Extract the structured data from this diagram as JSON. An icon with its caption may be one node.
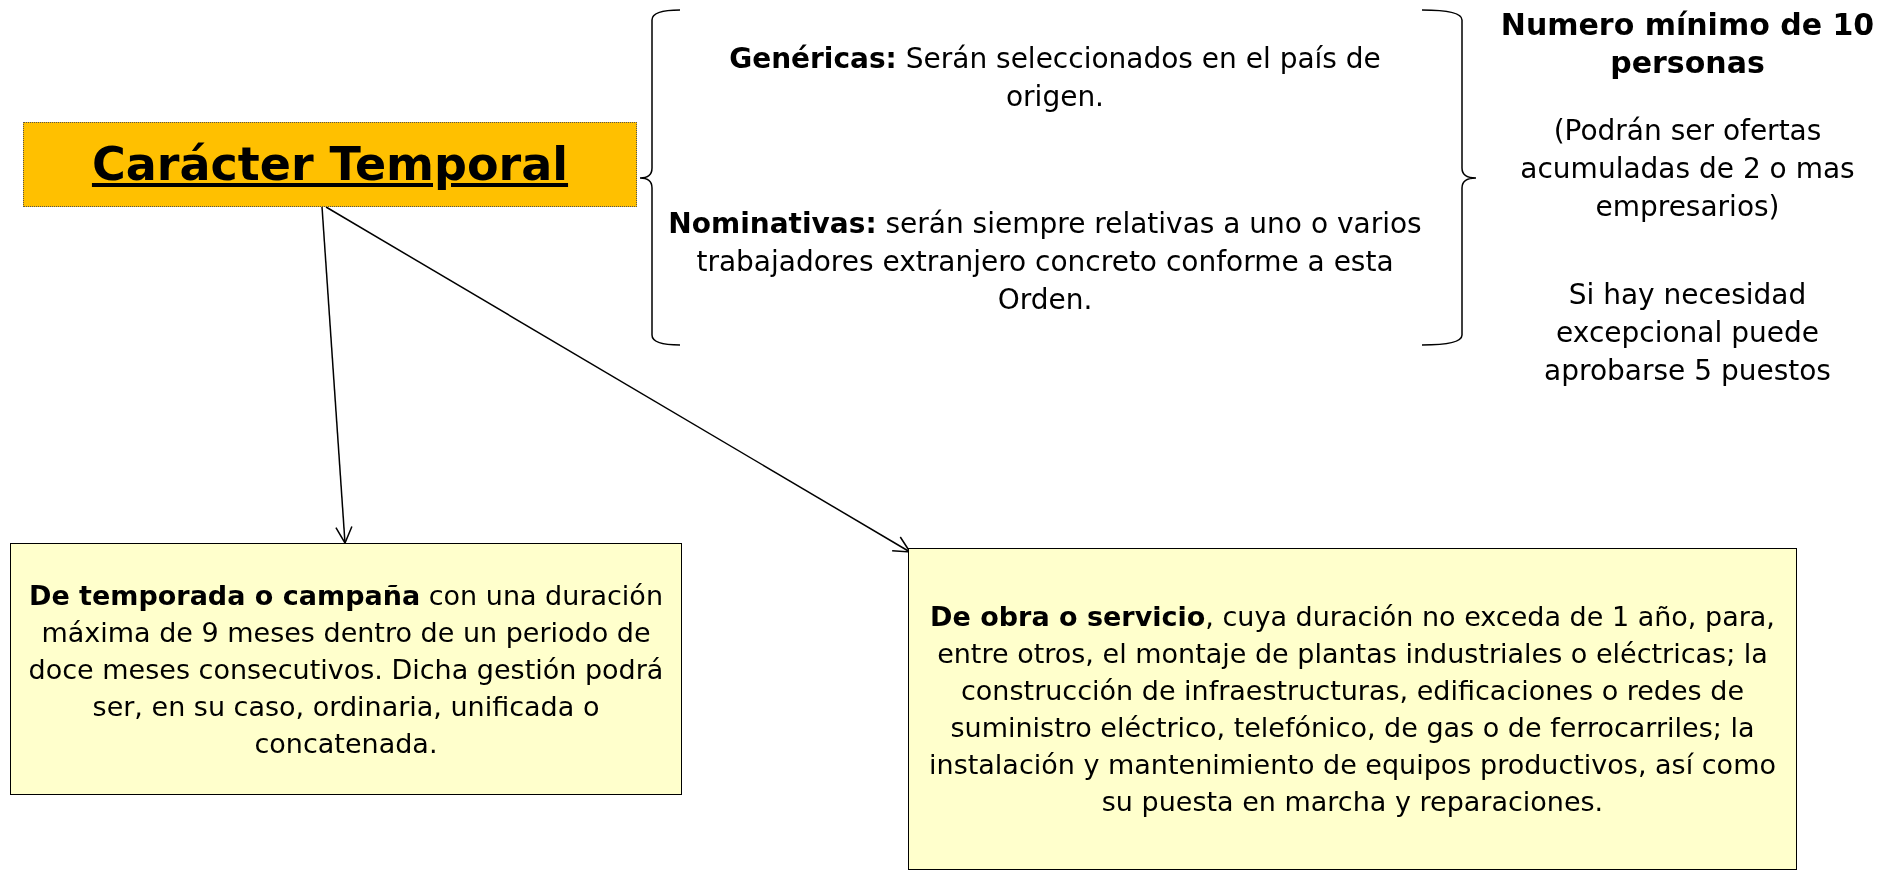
{
  "diagram": {
    "nodes": [
      {
        "text": [
          "Carácter Temporal"
        ]
      },
      {
        "text": [
          "**De temporada o campaña** con una duración máxima de 9 meses dentro de un periodo de doce meses consecutivos. Dicha gestión podrá ser, en su caso, ordinaria, unificada o concatenada."
        ]
      },
      {
        "text": [
          "**De obra o servicio**, cuya duración no exceda de 1 año, para, entre otros, el montaje de plantas industriales o eléctricas; la construcción de infraestructuras, edificaciones o redes de suministro eléctrico, telefónico, de gas o de ferrocarriles; la instalación y mantenimiento de equipos productivos, así como su puesta en marcha y reparaciones."
        ]
      }
    ],
    "edges": [
      {
        "from": 0,
        "to": 1,
        "arrow": "to"
      },
      {
        "from": 0,
        "to": 2,
        "arrow": "to"
      }
    ],
    "labels": [
      "**Genéricas:** Serán seleccionados en el país de origen.",
      "**Nominativas:** serán siempre relativas a uno o varios trabajadores extranjero concreto conforme a esta Orden.",
      "Numero mínimo de 10 personas",
      "(Podrán ser ofertas acumuladas de 2 o mas empresarios)",
      "Si hay necesidad excepcional puede aprobarse 5 puestos"
    ]
  }
}
